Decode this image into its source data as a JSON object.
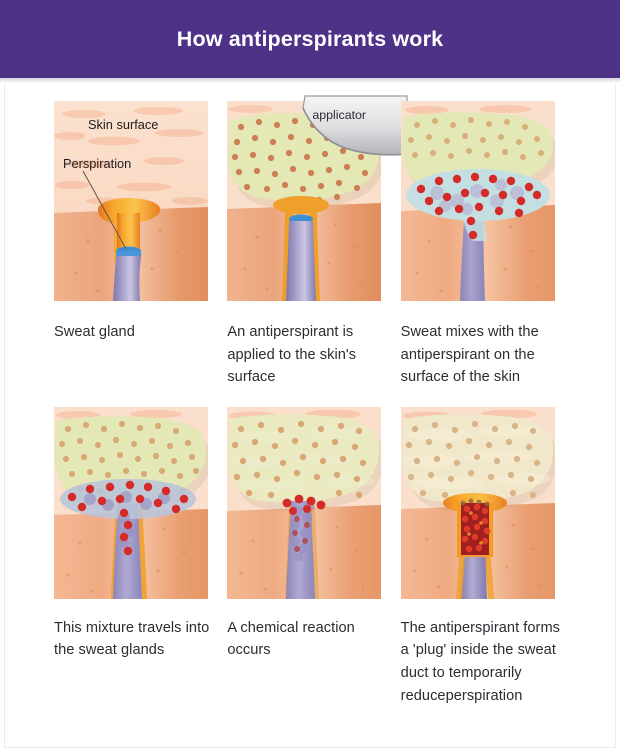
{
  "header": {
    "title": "How antiperspirants work",
    "background_color": "#4d3288",
    "text_color": "#ffffff"
  },
  "panels": [
    {
      "id": "panel-1",
      "caption": "Sweat gland",
      "labels": {
        "skin_surface": "Skin surface",
        "perspiration": "Perspiration"
      }
    },
    {
      "id": "panel-2",
      "caption": "An antiperspirant is applied to the skin's surface",
      "labels": {
        "applicator": "applicator"
      }
    },
    {
      "id": "panel-3",
      "caption": "Sweat mixes with the antiperspirant on the surface of the skin",
      "labels": {}
    },
    {
      "id": "panel-4",
      "caption": "This mixture travels into the sweat glands",
      "labels": {}
    },
    {
      "id": "panel-5",
      "caption": "A chemical reaction occurs",
      "labels": {}
    },
    {
      "id": "panel-6",
      "caption": "The antiperspirant forms a 'plug' inside the sweat duct to temporarily reduceperspiration",
      "labels": {}
    }
  ],
  "colors": {
    "header_purple": "#4d3288",
    "skin_light": "#fadfcc",
    "skin_dermis": "#eda87f",
    "antiperspirant": "#e3e8b4",
    "antiperspirant_particle": "#cd7f54",
    "sweat": "#bfdfe2",
    "reaction_red": "#d52b28",
    "duct_violet": "#8b84b8",
    "gland_orange": "#f5a623",
    "caption_text": "#2c2c32"
  }
}
